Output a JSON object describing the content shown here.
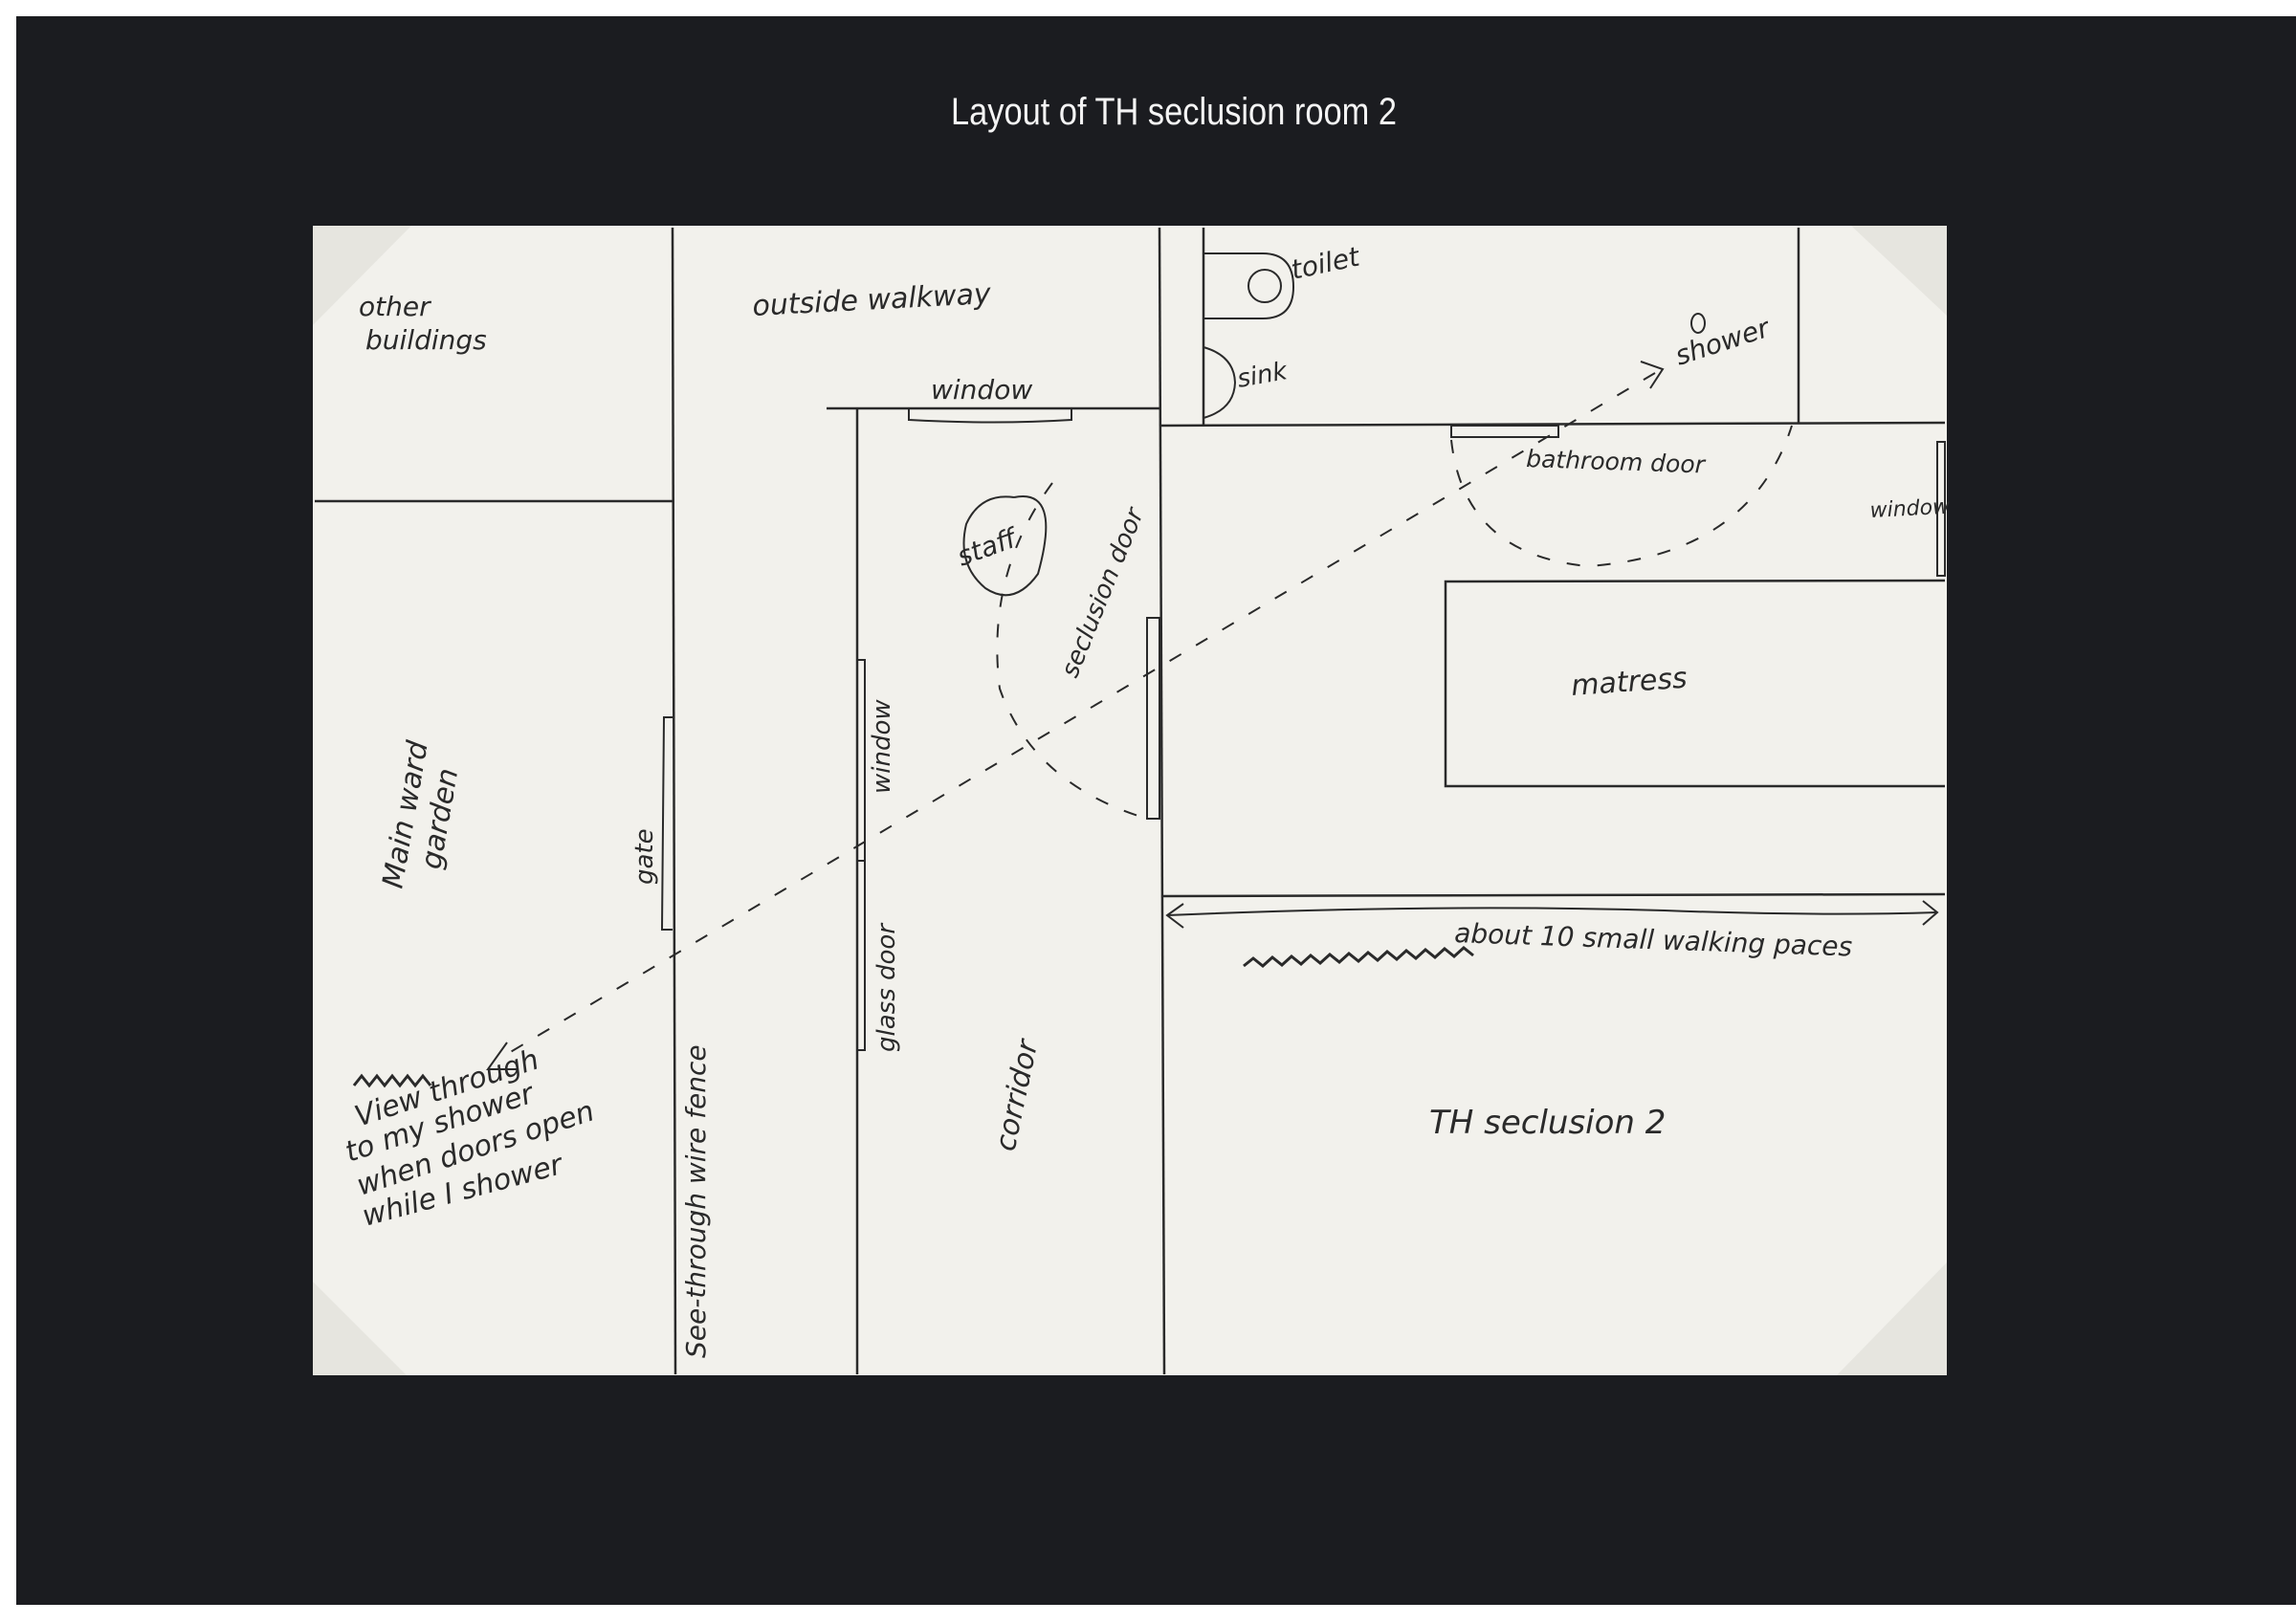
{
  "title": "Layout of TH seclusion room 2",
  "colors": {
    "background_frame": "#1b1c20",
    "paper": "#f2f1ec",
    "ink": "#2a2a2a",
    "title_text": "#f4f4f4"
  },
  "areas": {
    "other_buildings": [
      "other",
      "buildings"
    ],
    "outside_walkway": "outside walkway",
    "main_ward_garden": [
      "Main ward",
      "garden"
    ],
    "corridor": "corridor",
    "seclusion_room": "TH seclusion 2"
  },
  "fixtures": {
    "toilet": "toilet",
    "sink": "sink",
    "shower": "shower",
    "mattress": "matress",
    "staff": "staff"
  },
  "openings": {
    "window_top": "window",
    "window_corridor": "window",
    "window_right": "window",
    "bathroom_door": "bathroom door",
    "seclusion_door": "seclusion door",
    "glass_door": "glass door",
    "gate": "gate",
    "fence": "See-through wire fence"
  },
  "annotations": {
    "dimension": "about 10 small walking paces",
    "view_note": [
      "View through",
      "to my shower",
      "when doors open",
      "while I shower"
    ]
  }
}
